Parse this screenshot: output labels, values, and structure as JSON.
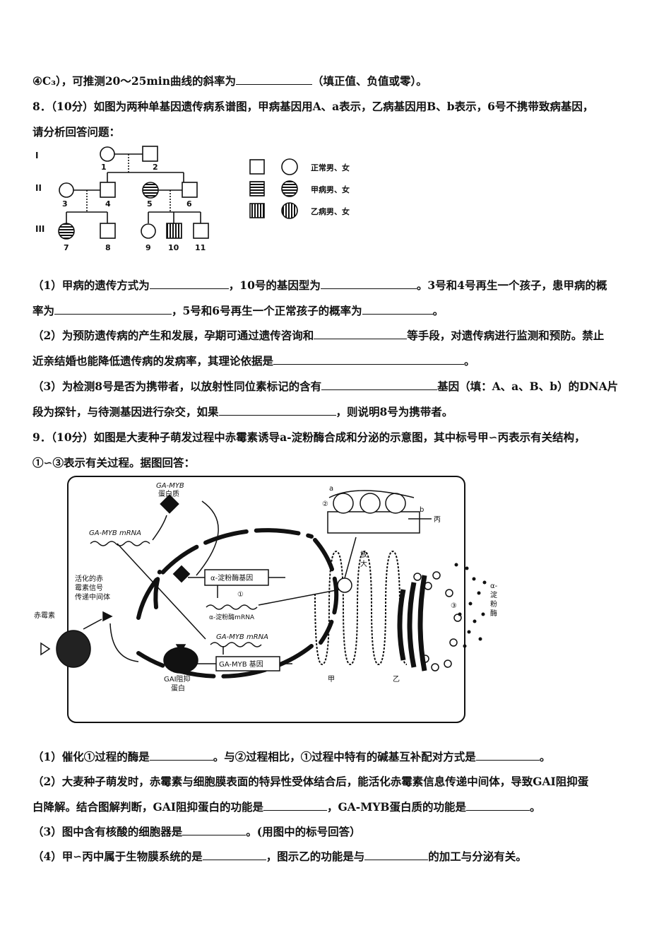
{
  "q7_tail": {
    "prefix": "④C₃），可推测20～25min曲线的斜率为",
    "suffix": "（填正值、负值或零）。"
  },
  "q8": {
    "intro_line1": "8．（10分）如图为两种单基因遗传病系谱图，甲病基因用A、a表示，乙病基因用B、b表示，6号不携带致病基因，",
    "intro_line2": "请分析回答问题：",
    "pedigree": {
      "generations": [
        "I",
        "II",
        "III"
      ],
      "individuals": [
        "1",
        "2",
        "3",
        "4",
        "5",
        "6",
        "7",
        "8",
        "9",
        "10",
        "11"
      ],
      "legend": [
        "正常男、女",
        "甲病男、女",
        "乙病男、女"
      ]
    },
    "p1_a": "（1）甲病的遗传方式为",
    "p1_b": "，10号的基因型为",
    "p1_c": "。3号和4号再生一个孩子，患甲病的概",
    "p1_d": "率为",
    "p1_e": "，5号和6号再生一个正常孩子的概率为",
    "p1_f": "。",
    "p2_a": "（2）为预防遗传病的产生和发展，孕期可通过遗传咨询和",
    "p2_b": "等手段，对遗传病进行监测和预防。禁止",
    "p2_c": "近亲结婚也能降低遗传病的发病率，其理论依据是",
    "p2_d": "。",
    "p3_a": "（3）为检测8号是否为携带者，以放射性同位素标记的含有",
    "p3_b": "基因（填：A、a、B、b）的DNA片",
    "p3_c": "段为探针，与待测基因进行杂交，如果",
    "p3_d": "，则说明8号为携带者。"
  },
  "q9": {
    "intro_line1": "9．（10分）如图是大麦种子萌发过程中赤霉素诱导a-淀粉酶合成和分泌的示意图，其中标号甲∽丙表示有关结构，",
    "intro_line2": "①∽③表示有关过程。据图回答：",
    "figure": {
      "ga_myb_protein": "GA-MYB",
      "protein_word": "蛋白质",
      "ga_myb_mrna_top": "GA-MYB mRNA",
      "activated": [
        "活化的赤",
        "霉素信号",
        "传递中间体"
      ],
      "gibberellin": "赤霉素",
      "amylase_gene": "α-淀粉酶基因",
      "step1": "①",
      "amylase_mrna": "α-淀粉酶mRNA",
      "ga_myb_mrna_mid": "GA-MYB mRNA",
      "gai": [
        "GAI阻抑",
        "蛋白"
      ],
      "ga_myb_gene": "GA-MYB 基因",
      "enlarge": [
        "放",
        "大"
      ],
      "inset_a": "a",
      "inset_b": "b",
      "step2": "②",
      "bing": "丙",
      "jia": "甲",
      "yi": "乙",
      "step3": "③",
      "amylase_side": [
        "α-",
        "淀",
        "粉",
        "酶"
      ]
    },
    "p1_a": "（1）催化①过程的酶是",
    "p1_b": "。与②过程相比，①过程中特有的碱基互补配对方式是",
    "p1_c": "。",
    "p2_a": "（2）大麦种子萌发时，赤霉素与细胞膜表面的特异性受体结合后，能活化赤霉素信息传递中间体，导致GAI阻抑蛋",
    "p2_b": "白降解。结合图解判断，GAI阻抑蛋白的功能是",
    "p2_c": "，GA-MYB蛋白质的功能是",
    "p2_d": "。",
    "p3_a": "（3）图中含有核酸的细胞器是",
    "p3_b": "。(用图中的标号回答）",
    "p4_a": "（4）甲∽丙中属于生物膜系统的是",
    "p4_b": "，图示乙的功能是与",
    "p4_c": "的加工与分泌有关。"
  }
}
